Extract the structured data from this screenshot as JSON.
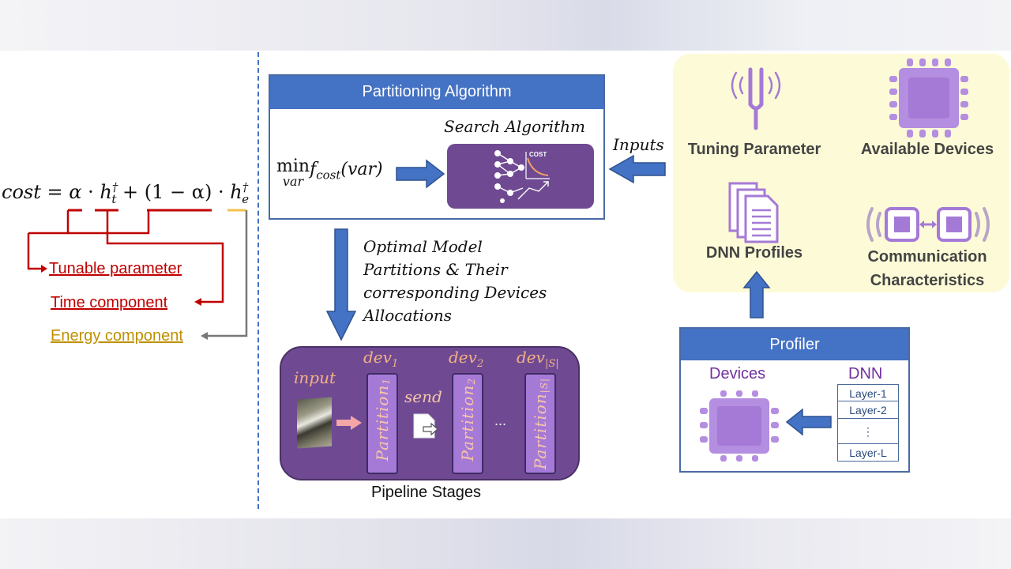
{
  "formula": {
    "lhs": "cost",
    "eq": "=",
    "alpha": "α",
    "dot": "·",
    "h": "h",
    "sup": "†",
    "sub_t": "t",
    "sub_e": "e",
    "plus": "+",
    "paren": "(1 − α)"
  },
  "legend": {
    "tunable": "Tunable parameter",
    "time": "Time component",
    "energy": "Energy component"
  },
  "partitioning": {
    "title": "Partitioning Algorithm",
    "search_label": "Search Algorithm",
    "min_op": "min",
    "min_sub": "var",
    "func": "f",
    "func_sub": "cost",
    "func_arg": "(var)",
    "icon_caption": "COST"
  },
  "inputs_label": "Inputs",
  "optimal_text": [
    "Optimal Model",
    "Partitions & Their",
    "corresponding Devices",
    "Allocations"
  ],
  "pipeline": {
    "caption": "Pipeline Stages",
    "input_label": "input",
    "send_label": "send",
    "ellipsis": "...",
    "dev": "dev",
    "dev1_sub": "1",
    "dev2_sub": "2",
    "devS_sub": "|S|",
    "partition": "Partition",
    "part1_sub": "1",
    "part2_sub": "2",
    "partS_sub": "|S|"
  },
  "inputs_panel": {
    "tuning": "Tuning Parameter",
    "devices": "Available Devices",
    "profiles": "DNN Profiles",
    "comm_line1": "Communication",
    "comm_line2": "Characteristics"
  },
  "profiler": {
    "title": "Profiler",
    "devices": "Devices",
    "dnn": "DNN",
    "layers": [
      "Layer-1",
      "Layer-2",
      "⋮",
      "Layer-L"
    ]
  },
  "colors": {
    "blue": "#4472c4",
    "purple": "#6f4a93",
    "red": "#c00000",
    "gold": "#bf9000",
    "yellow_panel": "#fdfbd7"
  }
}
